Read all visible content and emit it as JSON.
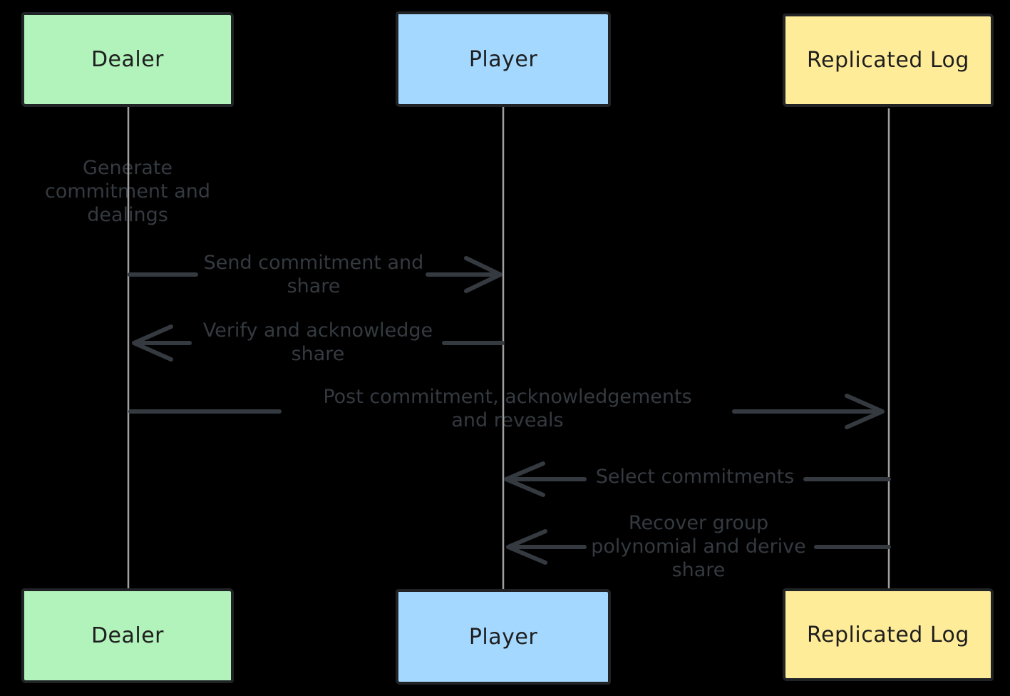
{
  "diagram": {
    "type": "sequence-diagram",
    "background": "#000000",
    "colors": {
      "dealer_fill": "#b2f2bb",
      "player_fill": "#a5d8ff",
      "replicated_log_fill": "#ffec99",
      "box_stroke": "#212427",
      "box_text": "#1e1e1e",
      "message_text": "#343a40",
      "arrow": "#343a40",
      "lifeline": "#a0a0a0"
    },
    "actors": [
      {
        "id": "dealer",
        "label": "Dealer"
      },
      {
        "id": "player",
        "label": "Player"
      },
      {
        "id": "replicated-log",
        "label": "Replicated Log"
      }
    ],
    "messages": [
      {
        "from": "dealer",
        "to": "dealer",
        "kind": "note",
        "text": "Generate commitment and dealings"
      },
      {
        "from": "dealer",
        "to": "player",
        "kind": "arrow-right",
        "text": "Send commitment and share"
      },
      {
        "from": "player",
        "to": "dealer",
        "kind": "arrow-left",
        "text": "Verify and acknowledge share"
      },
      {
        "from": "dealer",
        "to": "replicated-log",
        "kind": "arrow-right",
        "text": "Post commitment, acknowledgements and reveals"
      },
      {
        "from": "replicated-log",
        "to": "player",
        "kind": "arrow-left",
        "text": "Select commitments"
      },
      {
        "from": "replicated-log",
        "to": "player",
        "kind": "arrow-left",
        "text": "Recover group polynomial and derive share"
      }
    ]
  }
}
